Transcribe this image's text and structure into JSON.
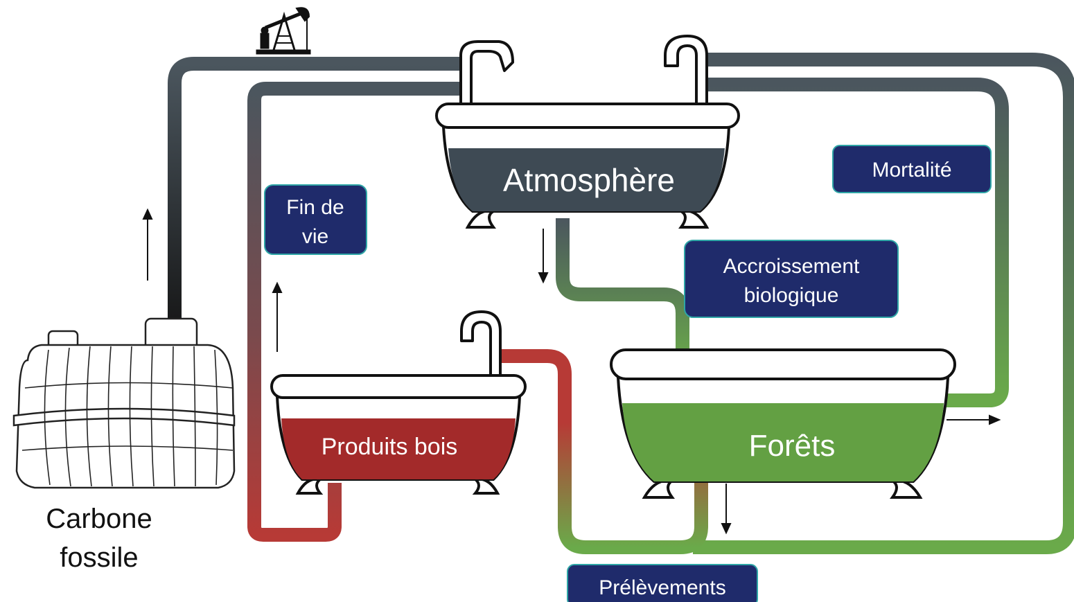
{
  "colors": {
    "atmosphere": "#3e4a54",
    "wood": "#a32a2a",
    "forest": "#63a043",
    "label_box": "#1f2b6b",
    "label_text": "#ffffff",
    "pipe_dark": "#4b565e",
    "pipe_green": "#6aaa4a",
    "pipe_red": "#b73a36"
  },
  "tubs": {
    "atmosphere": "Atmosphère",
    "wood_products": "Produits bois",
    "forests": "Forêts"
  },
  "labels": {
    "end_of_life_line1": "Fin de",
    "end_of_life_line2": "vie",
    "mortality": "Mortalité",
    "growth_line1": "Accroissement",
    "growth_line2": "biologique",
    "harvest": "Prélèvements"
  },
  "fossil": {
    "line1": "Carbone",
    "line2": "fossile"
  },
  "icons": [
    "oil-pump-icon",
    "tank-icon",
    "faucet-icon",
    "arrow-icon"
  ]
}
